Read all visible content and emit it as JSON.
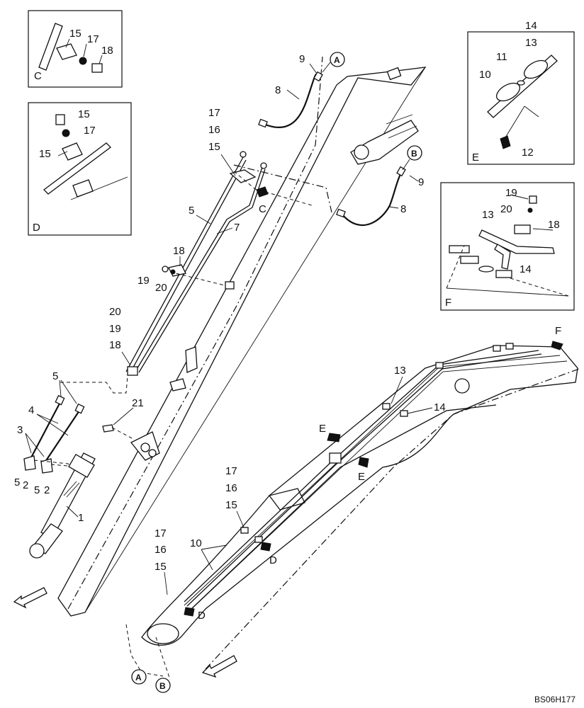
{
  "figure_code": "BS06H177",
  "detail_labels": {
    "C": "C",
    "D": "D",
    "E": "E",
    "F": "F"
  },
  "view_markers": {
    "A": "A",
    "B": "B"
  },
  "part_numbers": {
    "p1": "1",
    "p2": "2",
    "p3": "3",
    "p4": "4",
    "p5": "5",
    "p7": "7",
    "p8": "8",
    "p9": "9",
    "p10": "10",
    "p11": "11",
    "p12": "12",
    "p13": "13",
    "p14": "14",
    "p15": "15",
    "p16": "16",
    "p17": "17",
    "p18": "18",
    "p19": "19",
    "p20": "20",
    "p21": "21"
  }
}
